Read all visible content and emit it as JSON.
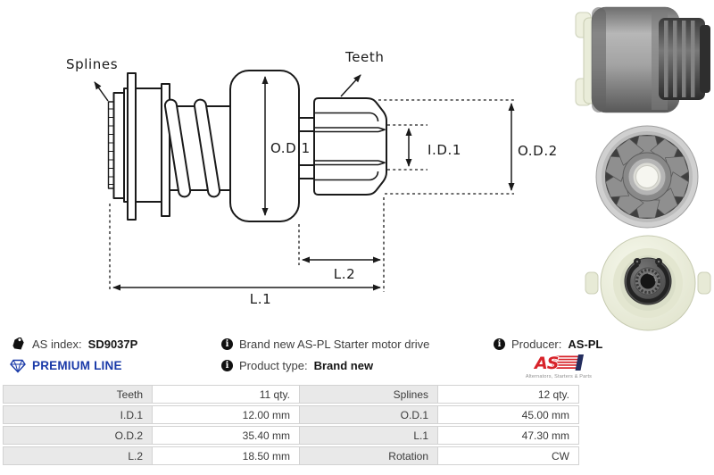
{
  "drawing": {
    "callouts": {
      "splines": "Splines",
      "teeth": "Teeth"
    },
    "dimensions": {
      "od1": "O.D.1",
      "id1": "I.D.1",
      "od2": "O.D.2",
      "l1": "L.1",
      "l2": "L.2"
    }
  },
  "info_bar": {
    "as_index": {
      "label": "AS index:",
      "value": "SD9037P"
    },
    "premium_line": {
      "label": "PREMIUM LINE",
      "color": "#1a3aa8"
    },
    "description": "Brand new AS-PL Starter motor drive",
    "product_type": {
      "label": "Product type:",
      "value": "Brand new"
    },
    "producer": {
      "label": "Producer:",
      "value": "AS-PL"
    },
    "logo": {
      "text": "AS",
      "tagline": "Alternators, Starters & Parts",
      "color": "#d8232a"
    },
    "icons": {
      "info_glyph": "i"
    }
  },
  "spec_table": {
    "rows": [
      {
        "l1": "Teeth",
        "v1": "11 qty.",
        "l2": "Splines",
        "v2": "12 qty."
      },
      {
        "l1": "I.D.1",
        "v1": "12.00 mm",
        "l2": "O.D.1",
        "v2": "45.00 mm"
      },
      {
        "l1": "O.D.2",
        "v1": "35.40 mm",
        "l2": "L.1",
        "v2": "47.30 mm"
      },
      {
        "l1": "L.2",
        "v1": "18.50 mm",
        "l2": "Rotation",
        "v2": "CW"
      }
    ]
  }
}
